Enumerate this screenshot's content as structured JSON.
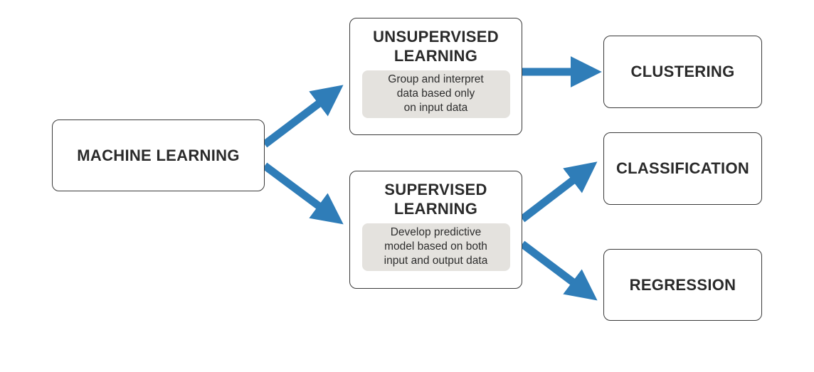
{
  "nodes": {
    "machine_learning": {
      "title": "MACHINE LEARNING"
    },
    "unsupervised": {
      "title_line1": "UNSUPERVISED",
      "title_line2": "LEARNING",
      "desc_lines": [
        "Group and interpret",
        "data based only",
        "on input data"
      ]
    },
    "supervised": {
      "title_line1": "SUPERVISED",
      "title_line2": "LEARNING",
      "desc_lines": [
        "Develop predictive",
        "model based on both",
        "input and output data"
      ]
    },
    "clustering": {
      "title": "CLUSTERING"
    },
    "classification": {
      "title": "CLASSIFICATION"
    },
    "regression": {
      "title": "REGRESSION"
    }
  },
  "colors": {
    "arrow": "#2f7db8",
    "box_border": "#3a3a3a",
    "desc_background": "#e4e2de"
  }
}
